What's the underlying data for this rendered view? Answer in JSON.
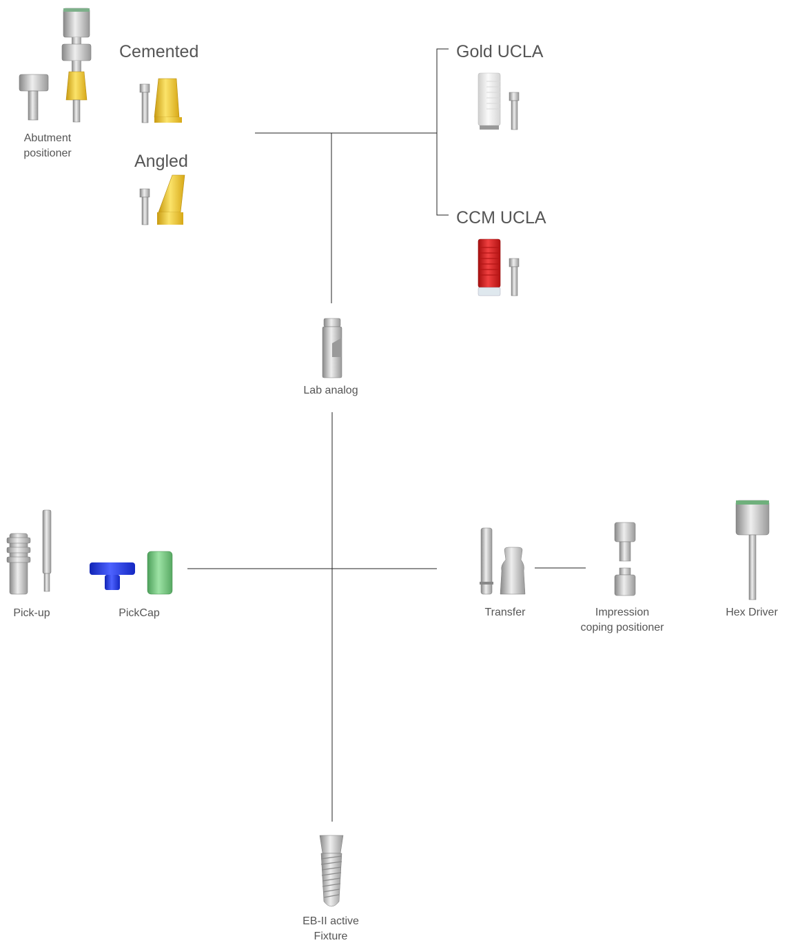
{
  "colors": {
    "line": "#222222",
    "text": "#555555",
    "gold": "#f2cc2a",
    "silver": "#c8c8c8",
    "red": "#e31e1e",
    "blue": "#1a35e0",
    "green": "#6fcf7a",
    "white": "#f0f0f0"
  },
  "labels": {
    "abutment_positioner": "Abutment\npositioner",
    "cemented": "Cemented",
    "angled": "Angled",
    "gold_ucla": "Gold UCLA",
    "ccm_ucla": "CCM UCLA",
    "lab_analog": "Lab analog",
    "pick_up": "Pick-up",
    "pickcap": "PickCap",
    "transfer": "Transfer",
    "impression_coping_positioner": "Impression\ncoping positioner",
    "hex_driver": "Hex Driver",
    "fixture": "EB-II active\nFixture"
  },
  "icons": {
    "abutment_positioner": "abutment-positioner-icon",
    "cemented": "cemented-abutment-icon",
    "angled": "angled-abutment-icon",
    "gold_ucla": "gold-ucla-icon",
    "ccm_ucla": "ccm-ucla-icon",
    "lab_analog": "lab-analog-icon",
    "pick_up": "pick-up-icon",
    "pickcap": "pickcap-icon",
    "transfer": "transfer-icon",
    "impression_coping_positioner": "impression-coping-positioner-icon",
    "hex_driver": "hex-driver-icon",
    "fixture": "implant-fixture-icon"
  }
}
